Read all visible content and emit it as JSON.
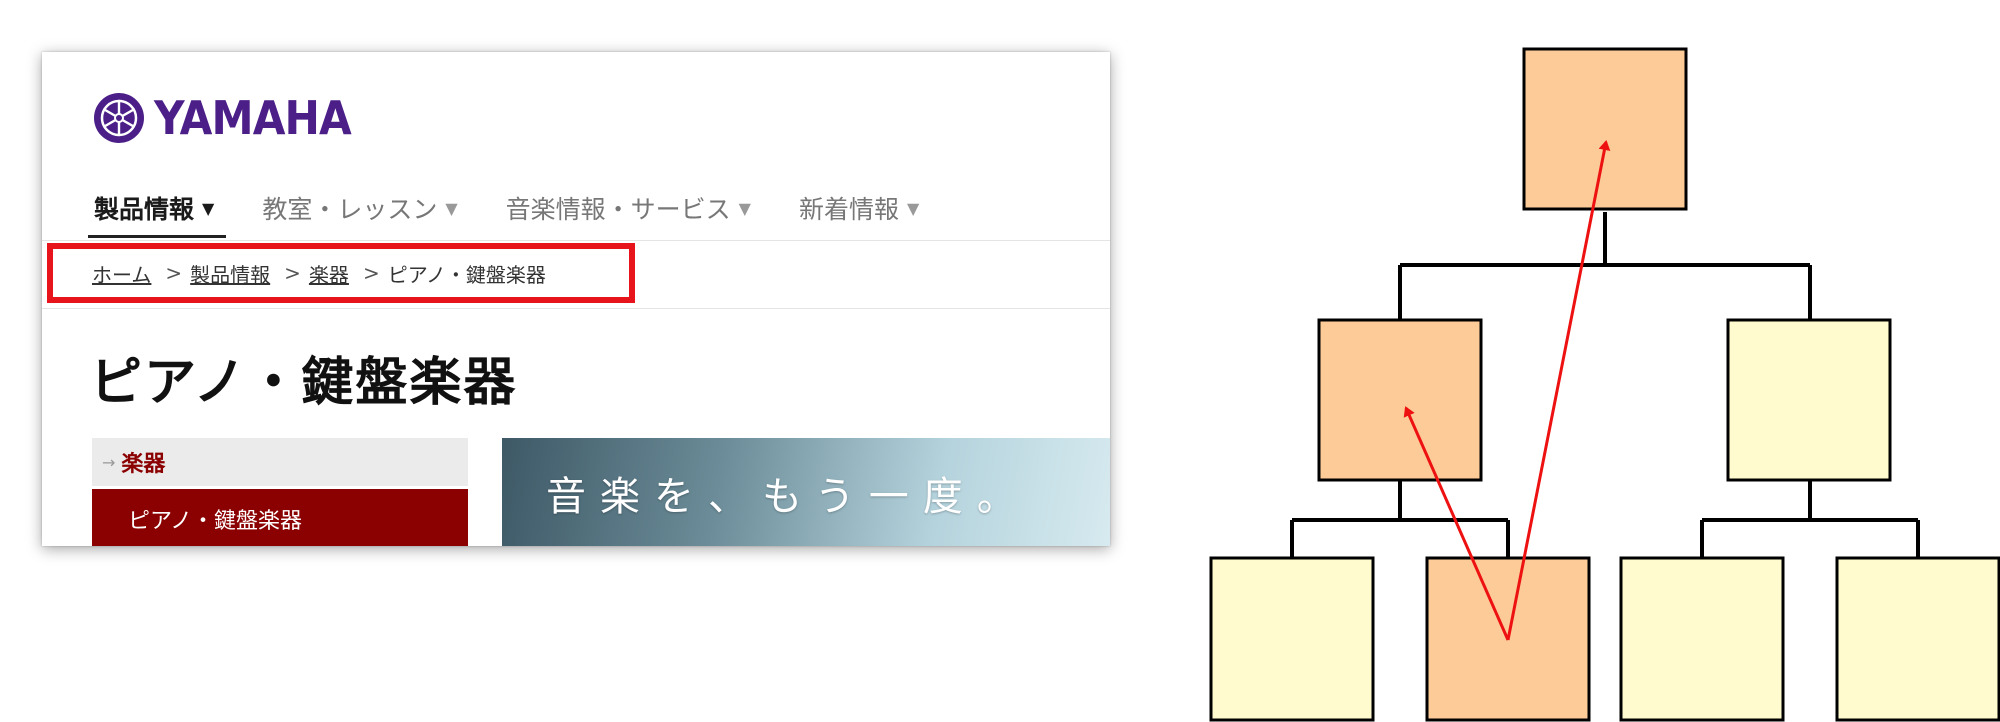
{
  "brand": {
    "name": "YAMAHA",
    "logo_icon": "yamaha-tuning-fork-emblem-icon",
    "color": "#4b1f87"
  },
  "nav": {
    "items": [
      {
        "label": "製品情報",
        "active": true
      },
      {
        "label": "教室・レッスン",
        "active": false
      },
      {
        "label": "音楽情報・サービス",
        "active": false
      },
      {
        "label": "新着情報",
        "active": false
      }
    ],
    "caret": "▼"
  },
  "breadcrumb": {
    "items": [
      {
        "label": "ホーム",
        "link": true
      },
      {
        "label": "製品情報",
        "link": true
      },
      {
        "label": "楽器",
        "link": true
      },
      {
        "label": "ピアノ・鍵盤楽器",
        "link": false
      }
    ],
    "separator": ">",
    "highlight_color": "#e8141b"
  },
  "page_title": "ピアノ・鍵盤楽器",
  "sidebar": {
    "heading": "楽器",
    "heading_arrow": "→",
    "selected_item": "ピアノ・鍵盤楽器",
    "selected_color": "#8b0000"
  },
  "banner": {
    "text": "音楽を、もう一度。"
  },
  "diagram": {
    "type": "tree",
    "colors": {
      "highlight": "#fccb97",
      "normal": "#fffbce",
      "arrow": "#ee1111",
      "line": "#000000"
    },
    "levels": [
      [
        {
          "id": "root",
          "highlight": true
        }
      ],
      [
        {
          "id": "mid-left",
          "highlight": true
        },
        {
          "id": "mid-right",
          "highlight": false
        }
      ],
      [
        {
          "id": "leaf-1",
          "highlight": false
        },
        {
          "id": "leaf-2",
          "highlight": true
        },
        {
          "id": "leaf-3",
          "highlight": false
        },
        {
          "id": "leaf-4",
          "highlight": false
        }
      ]
    ],
    "arrows": [
      {
        "from": "leaf-2",
        "to": "root"
      },
      {
        "from": "leaf-2",
        "to": "mid-left"
      }
    ]
  }
}
